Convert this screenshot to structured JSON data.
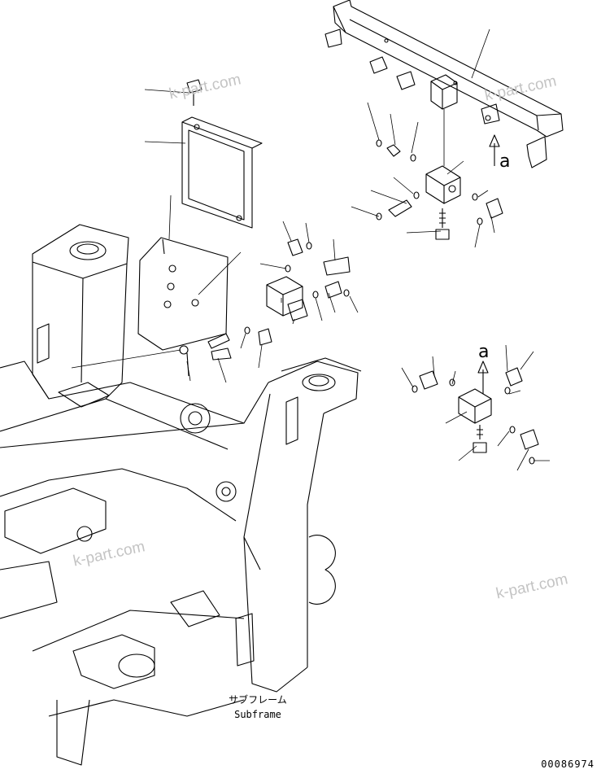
{
  "watermarks": [
    "k-part.com",
    "k-part.com",
    "k-part.com",
    "k-part.com"
  ],
  "callouts": {
    "view_marker_top": "a",
    "view_marker_bottom": "a"
  },
  "caption": {
    "japanese": "サブフレーム",
    "english": "Subframe"
  },
  "document_number": "00086974"
}
